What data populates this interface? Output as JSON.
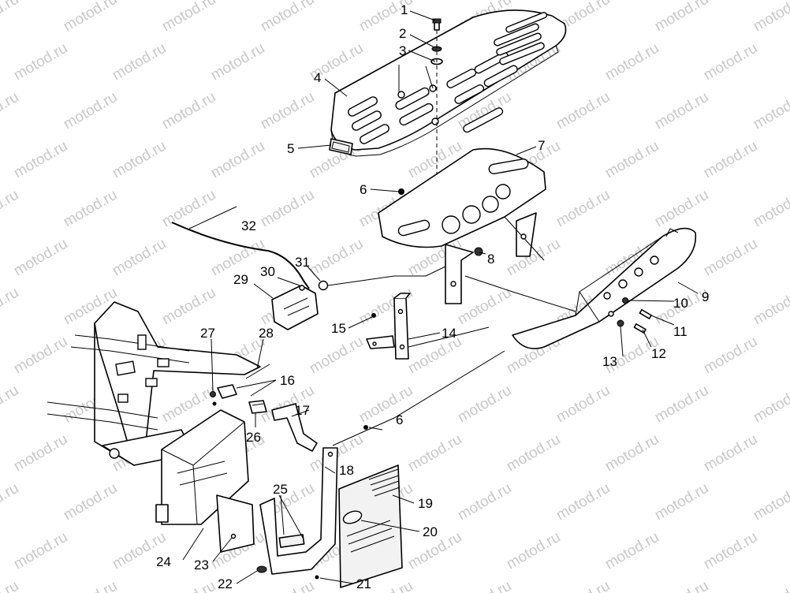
{
  "watermark": {
    "text": "motod.ru",
    "color": "#c8c8c8"
  },
  "callouts": [
    {
      "id": "1",
      "label": "1"
    },
    {
      "id": "2",
      "label": "2"
    },
    {
      "id": "3",
      "label": "3"
    },
    {
      "id": "4",
      "label": "4"
    },
    {
      "id": "5",
      "label": "5"
    },
    {
      "id": "6a",
      "label": "6"
    },
    {
      "id": "6b",
      "label": "6"
    },
    {
      "id": "7",
      "label": "7"
    },
    {
      "id": "8",
      "label": "8"
    },
    {
      "id": "9",
      "label": "9"
    },
    {
      "id": "10",
      "label": "10"
    },
    {
      "id": "11",
      "label": "11"
    },
    {
      "id": "12",
      "label": "12"
    },
    {
      "id": "13",
      "label": "13"
    },
    {
      "id": "14",
      "label": "14"
    },
    {
      "id": "15",
      "label": "15"
    },
    {
      "id": "16",
      "label": "16"
    },
    {
      "id": "17",
      "label": "17"
    },
    {
      "id": "18",
      "label": "18"
    },
    {
      "id": "19",
      "label": "19"
    },
    {
      "id": "20",
      "label": "20"
    },
    {
      "id": "21",
      "label": "21"
    },
    {
      "id": "22",
      "label": "22"
    },
    {
      "id": "23",
      "label": "23"
    },
    {
      "id": "24",
      "label": "24"
    },
    {
      "id": "25",
      "label": "25"
    },
    {
      "id": "26",
      "label": "26"
    },
    {
      "id": "27",
      "label": "27"
    },
    {
      "id": "28",
      "label": "28"
    },
    {
      "id": "29",
      "label": "29"
    },
    {
      "id": "30",
      "label": "30"
    },
    {
      "id": "31",
      "label": "31"
    },
    {
      "id": "32",
      "label": "32"
    }
  ]
}
